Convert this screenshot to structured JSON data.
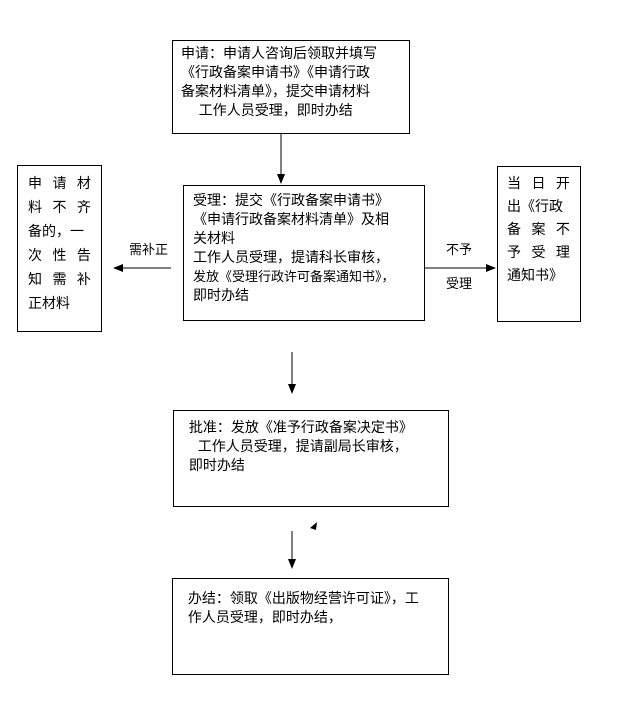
{
  "apply_box": {
    "lines": [
      "申请：申请人咨询后领取并填写",
      "《行政备案申请书》《申请行政",
      "备案材料清单》，提交申请材料",
      "    工作人员受理，即时办结"
    ]
  },
  "left_box": {
    "lines": [
      "申 请 材",
      "料 不 齐",
      "备的，一",
      "次 性 告",
      "知 需 补",
      "正材料"
    ]
  },
  "accept_box": {
    "lines": [
      "受理：提交《行政备案申请书》",
      "《申请行政备案材料清单》及相",
      "关材料",
      "工作人员受理，提请科长审核，",
      "发放《受理行政许可备案通知书》，",
      "即时办结"
    ]
  },
  "right_box": {
    "lines": [
      "当 日 开",
      "出《行政",
      "备 案 不",
      "予 受 理",
      "通知书》"
    ]
  },
  "approve_box": {
    "lines": [
      "  批准：发放《准予行政备案决定书》",
      "    工作人员受理，提请副局长审核，",
      "  即时办结"
    ]
  },
  "finish_box": {
    "lines": [
      "  办结：领取《出版物经营许可证》，工",
      "  作人员受理，即时办结，"
    ]
  },
  "labels": {
    "need_correction": "需补正",
    "not_accepted_1": "不予",
    "not_accepted_2": "受理"
  }
}
